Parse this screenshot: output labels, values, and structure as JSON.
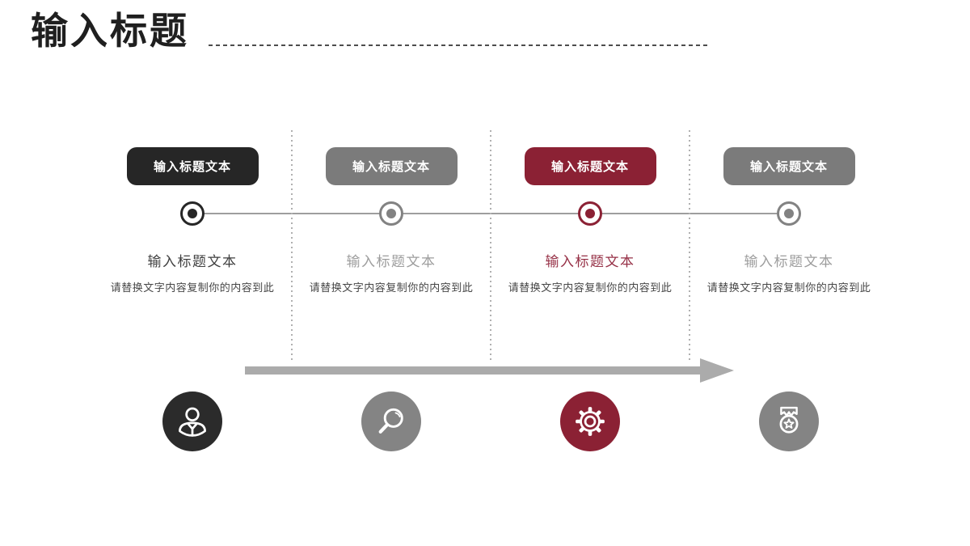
{
  "title": {
    "text": "输入标题"
  },
  "colors": {
    "accent_black": "#262626",
    "accent_gray": "#7b7b7b",
    "accent_red": "#8b2134",
    "heading_gray": "#9d9d9d",
    "body_text": "#474747",
    "timeline_line": "#9e9e9e",
    "separator_dots": "#b0b0b0",
    "arrow": "#ababab",
    "title_dash": "#4d4d4d",
    "icon_black": "#2b2b2b",
    "icon_gray": "#848484"
  },
  "steps": [
    {
      "button_label": "输入标题文本",
      "heading": "输入标题文本",
      "body": "请替换文字内容复制你的内容到此",
      "theme": "black",
      "accent": "#262626",
      "icon": "user-icon"
    },
    {
      "button_label": "输入标题文本",
      "heading": "输入标题文本",
      "body": "请替换文字内容复制你的内容到此",
      "theme": "gray",
      "accent": "#7b7b7b",
      "icon": "search-icon"
    },
    {
      "button_label": "输入标题文本",
      "heading": "输入标题文本",
      "body": "请替换文字内容复制你的内容到此",
      "theme": "red",
      "accent": "#8b2134",
      "icon": "gear-icon"
    },
    {
      "button_label": "输入标题文本",
      "heading": "输入标题文本",
      "body": "请替换文字内容复制你的内容到此",
      "theme": "gray",
      "accent": "#7b7b7b",
      "icon": "medal-icon"
    }
  ]
}
